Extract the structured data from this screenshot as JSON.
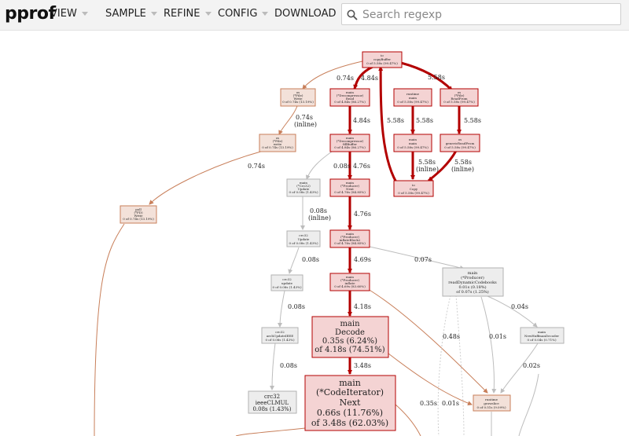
{
  "app": {
    "title": "pprof"
  },
  "menu": {
    "view": "VIEW",
    "sample": "SAMPLE",
    "refine": "REFINE",
    "config": "CONFIG",
    "download": "DOWNLOAD"
  },
  "search": {
    "placeholder": "Search regexp"
  },
  "colors": {
    "hot_edge": "#b30000",
    "warm_edge": "#c87f5a",
    "cold_edge": "#bfbfbf",
    "hot_fill": "#f4d3d3",
    "hot_stroke": "#b30000"
  },
  "graph": {
    "nodes": {
      "copybuffer": [
        "io",
        "copyBuffer",
        "0 of 5.58s (99.47%)"
      ],
      "file_write": [
        "os",
        "(*File)",
        "Write",
        "0 of 0.74s (13.19%)"
      ],
      "decompressor_read": [
        "main",
        "(*Decompressor)",
        "Read",
        "0 of 4.84s (86.27%)"
      ],
      "runtime_main": [
        "runtime",
        "main",
        "0 of 5.58s (99.47%)"
      ],
      "file_readfrom": [
        "os",
        "(*File)",
        "ReadFrom",
        "0 of 5.58s (99.47%)"
      ],
      "file_write_lc": [
        "os",
        "(*File)",
        "write",
        "0 of 0.74s (13.19%)"
      ],
      "decompressor_fill": [
        "main",
        "(*Decompressor)",
        "fillBuffer",
        "0 of 4.84s (86.27%)"
      ],
      "main_main": [
        "main",
        "main",
        "0 of 5.58s (99.47%)"
      ],
      "generic_readfrom": [
        "os",
        "genericReadFrom",
        "0 of 5.58s (99.47%)"
      ],
      "crc32_update_m": [
        "main",
        "(*Crc32)",
        "Update",
        "0 of 0.08s (1.43%)"
      ],
      "producer_next": [
        "main",
        "(*Producer)",
        "Next",
        "0 of 4.76s (84.85%)"
      ],
      "io_copy": [
        "io",
        "Copy",
        "0 of 5.58s (99.47%)"
      ],
      "poll_write": [
        "poll",
        "(*FD)",
        "Write",
        "0 of 0.74s (13.19%)"
      ],
      "crc32_update": [
        "crc32",
        "Update",
        "0 of 0.08s (1.43%)"
      ],
      "producer_inflate": [
        "main",
        "(*Producer)",
        "inflateBlock2",
        "0 of 4.76s (84.85%)"
      ],
      "crc32_update_lc": [
        "crc32",
        "update",
        "0 of 0.08s (1.43%)"
      ],
      "producer_inflate2": [
        "main",
        "(*Producer)",
        "inflate",
        "0 of 4.69s (83.60%)"
      ],
      "read_codebooks": [
        "main",
        "(*Producer)",
        "readDynamicCodebooks",
        "0.01s (0.18%)",
        "of 0.07s (1.25%)"
      ],
      "crc32_archupdate": [
        "crc32",
        "archUpdateIEEE",
        "0 of 0.08s (1.43%)"
      ],
      "newhuffman": [
        "main",
        "NewHuffmanDecoder",
        "0 of 0.04s (0.71%)"
      ],
      "decode": [
        "main",
        "Decode",
        "0.35s (6.24%)",
        "of 4.18s (74.51%)"
      ],
      "ieee_clmul": [
        "crc32",
        "ieeeCLMUL",
        "0.08s (1.43%)"
      ],
      "code_next": [
        "main",
        "(*CodeIterator)",
        "Next",
        "0.66s (11.76%)",
        "of 3.48s (62.03%)"
      ],
      "growslice": [
        "runtime",
        "growslice",
        "0 of 0.51s (9.09%)"
      ]
    },
    "edges": {
      "e1": "0.74s",
      "e2": "4.84s",
      "e3": "5.58s",
      "e4": "0.74s",
      "e4b": "(inline)",
      "e5": "4.84s",
      "e6": "5.58s",
      "e7": "5.58s",
      "e8": "0.74s",
      "e9": "0.08s",
      "e10": "4.76s",
      "e11": "5.58s",
      "e12": "5.58s",
      "e12b": "(inline)",
      "e13": "5.58s",
      "e13b": "(inline)",
      "e14": "0.08s",
      "e14b": "(inline)",
      "e15": "4.76s",
      "e16": "0.08s",
      "e17": "4.69s",
      "e18": "0.07s",
      "e19": "0.08s",
      "e20": "4.18s",
      "e21": "0.04s",
      "e22": "0.08s",
      "e23": "0.48s",
      "e24": "0.01s",
      "e25": "3.48s",
      "e26": "0.02s",
      "e27": "0.35s",
      "e28": "0.01s"
    }
  }
}
